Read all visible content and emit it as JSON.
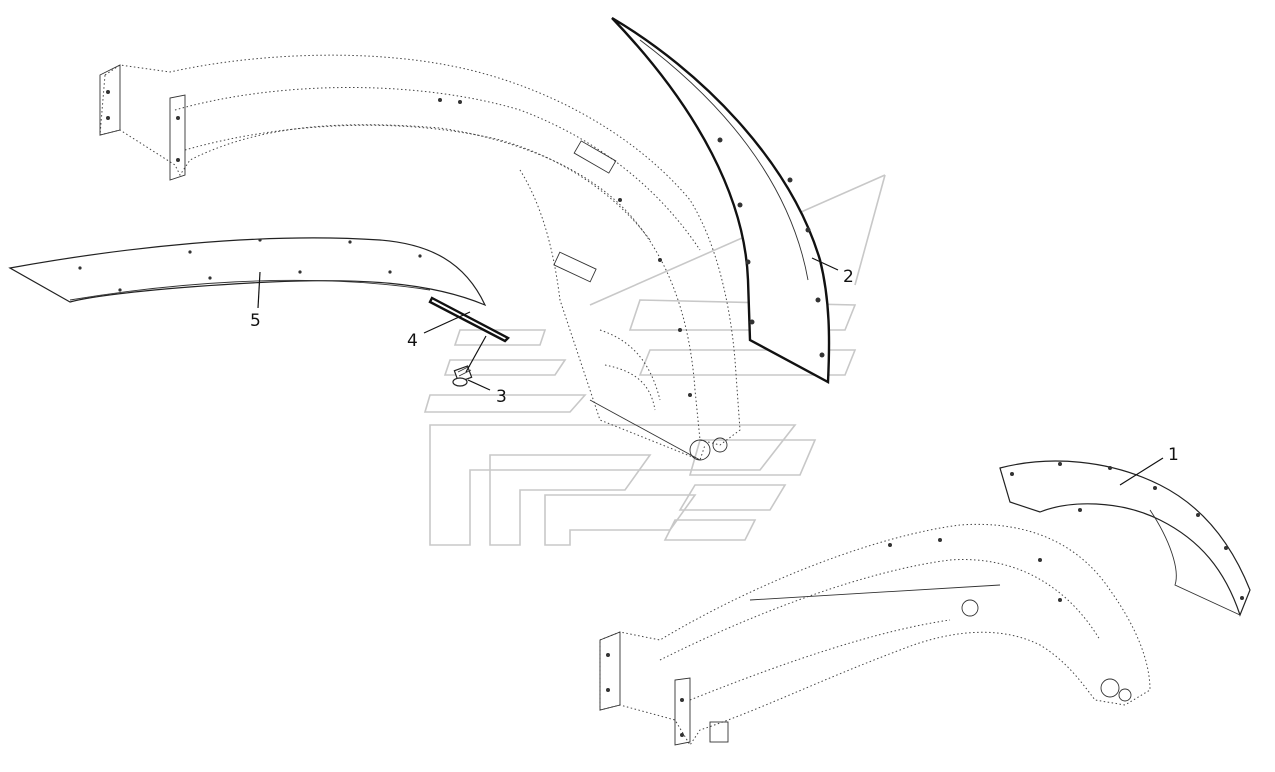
{
  "diagram": {
    "callouts": [
      {
        "id": "1",
        "label": "1"
      },
      {
        "id": "2",
        "label": "2"
      },
      {
        "id": "3",
        "label": "3"
      },
      {
        "id": "4",
        "label": "4"
      },
      {
        "id": "5",
        "label": "5"
      }
    ]
  },
  "colors": {
    "line": "#222222",
    "watermark": "#c8c8c8",
    "background": "#ffffff"
  }
}
